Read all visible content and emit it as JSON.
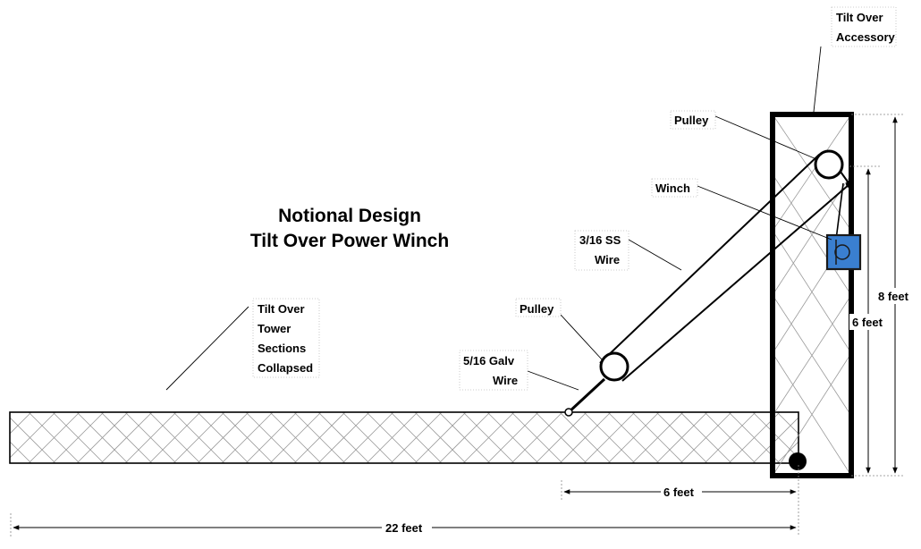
{
  "title": {
    "line1": "Notional Design",
    "line2": "Tilt Over Power Winch"
  },
  "labels": {
    "accessory_1": "Tilt Over",
    "accessory_2": "Accessory",
    "pulley_top": "Pulley",
    "winch": "Winch",
    "ss_wire_1": "3/16 SS",
    "ss_wire_2": "Wire",
    "pulley_bottom": "Pulley",
    "galv_wire_1": "5/16 Galv",
    "galv_wire_2": "Wire",
    "tower_1": "Tilt Over",
    "tower_2": "Tower",
    "tower_3": "Sections",
    "tower_4": "Collapsed"
  },
  "dimensions": {
    "height_total": "8 feet",
    "height_winch": "6 feet",
    "base_6": "6 feet",
    "base_22": "22 feet"
  },
  "colors": {
    "winch_fill": "#3a7fd0",
    "winch_stroke": "#1a1a1a"
  }
}
